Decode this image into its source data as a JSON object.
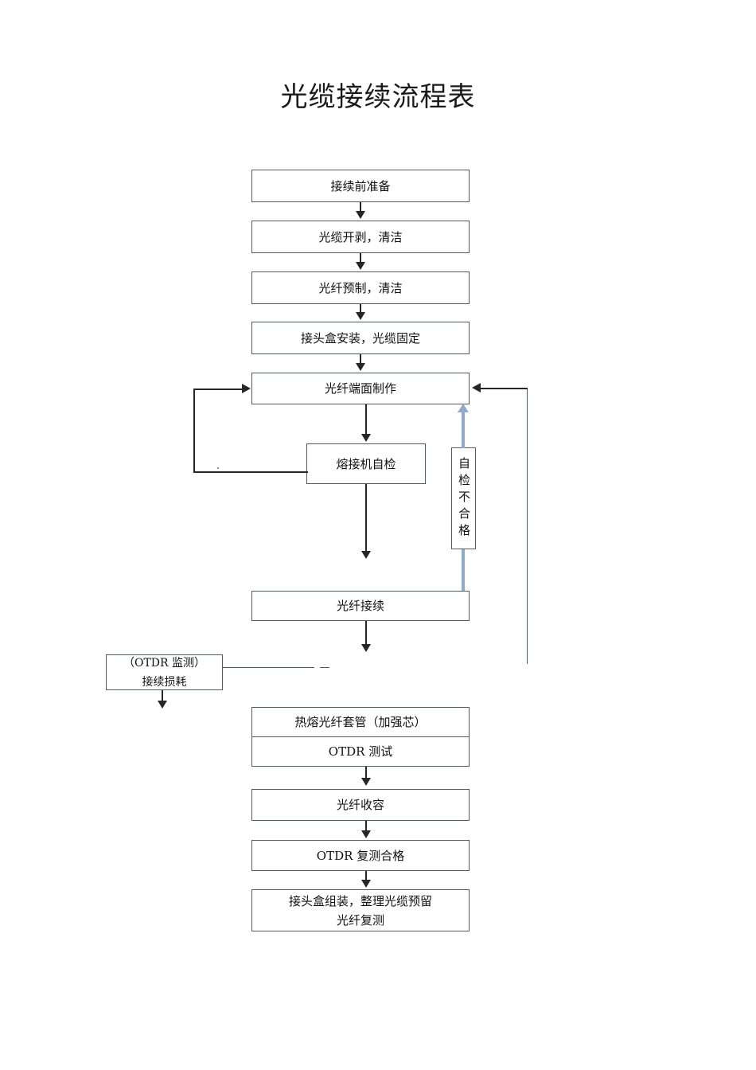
{
  "document": {
    "title": "光缆接续流程表"
  },
  "colors": {
    "box_border": "#555a5e",
    "connector": "#262626",
    "feedback_arrow": "#8faacb",
    "text": "#111111",
    "page_background": "#ffffff"
  },
  "flow": {
    "nodes": [
      {
        "id": "n1",
        "label": "接续前准备"
      },
      {
        "id": "n2",
        "label": "光缆开剥，清洁"
      },
      {
        "id": "n3",
        "label": "光纤预制，清洁"
      },
      {
        "id": "n4",
        "label": "接头盒安装，光缆固定"
      },
      {
        "id": "n5",
        "label": "光纤端面制作"
      },
      {
        "id": "n6",
        "label": "熔接机自检"
      },
      {
        "id": "n7",
        "label": "光纤接续"
      },
      {
        "id": "n8",
        "label": "热熔光纤套管（加强芯）"
      },
      {
        "id": "n9",
        "label": "OTDR 测试"
      },
      {
        "id": "n10",
        "label": "光纤收容"
      },
      {
        "id": "n11",
        "label": "OTDR 复测合格"
      },
      {
        "id": "n12",
        "label": "接头盒组装，整理光缆预留\n光纤复测"
      }
    ],
    "side_node": {
      "id": "otdr_monitor",
      "line1": "（OTDR 监测）",
      "line2": "接续损耗"
    },
    "feedback_label": {
      "id": "self_check_fail",
      "label": "自检不合格"
    }
  },
  "chart_data": {
    "type": "diagram",
    "diagram_kind": "flowchart",
    "title": "光缆接续流程表",
    "orientation": "top-to-bottom",
    "steps": [
      "接续前准备",
      "光缆开剥，清洁",
      "光纤预制，清洁",
      "接头盒安装，光缆固定",
      "光纤端面制作",
      "熔接机自检",
      "光纤接续",
      "热熔光纤套管（加强芯）",
      "OTDR 测试",
      "光纤收容",
      "OTDR 复测合格",
      "接头盒组装，整理光缆预留光纤复测"
    ],
    "branch_labels": [
      "自检不合格"
    ],
    "annotations": [
      "（OTDR 监测）接续损耗"
    ],
    "edges": [
      {
        "from": "接续前准备",
        "to": "光缆开剥，清洁"
      },
      {
        "from": "光缆开剥，清洁",
        "to": "光纤预制，清洁"
      },
      {
        "from": "光纤预制，清洁",
        "to": "接头盒安装，光缆固定"
      },
      {
        "from": "接头盒安装，光缆固定",
        "to": "光纤端面制作"
      },
      {
        "from": "光纤端面制作",
        "to": "熔接机自检"
      },
      {
        "from": "熔接机自检",
        "to": "光纤端面制作",
        "label": "",
        "kind": "loop-left"
      },
      {
        "from": "熔接机自检",
        "to": "光纤接续"
      },
      {
        "from": "光纤接续",
        "to": "光纤端面制作",
        "label": "自检不合格",
        "kind": "loop-right"
      },
      {
        "from": "光纤接续",
        "to": "热熔光纤套管（加强芯）"
      },
      {
        "from": "热熔光纤套管（加强芯）",
        "to": "OTDR 测试"
      },
      {
        "from": "OTDR 测试",
        "to": "光纤收容"
      },
      {
        "from": "光纤收容",
        "to": "OTDR 复测合格"
      },
      {
        "from": "OTDR 复测合格",
        "to": "接头盒组装，整理光缆预留光纤复测"
      }
    ]
  }
}
